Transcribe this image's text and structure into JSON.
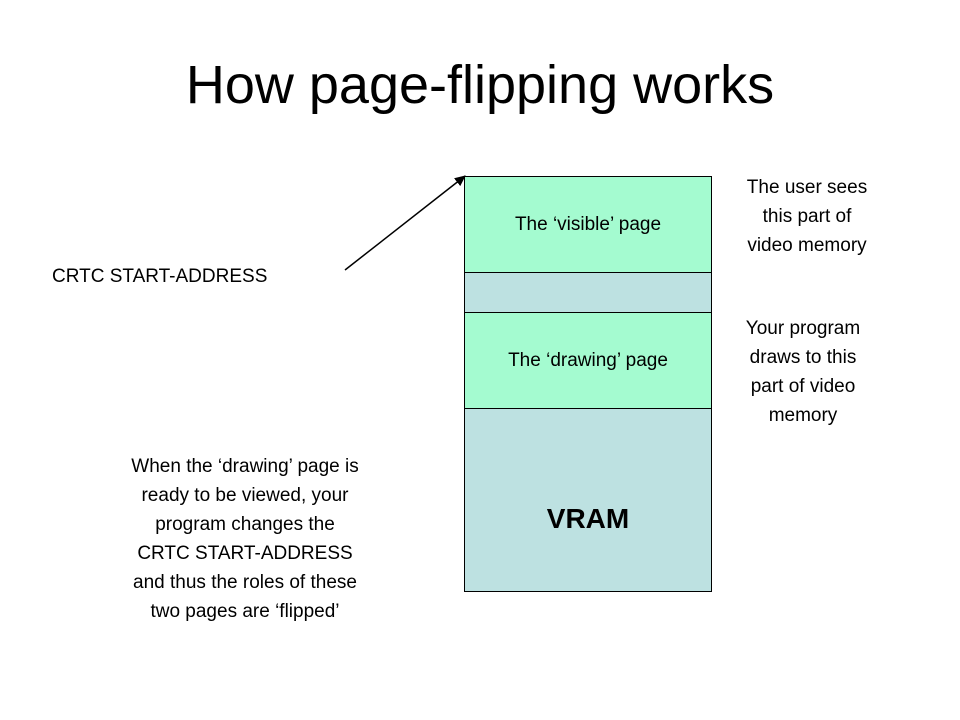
{
  "title": "How page-flipping works",
  "vram_label": "VRAM",
  "pages": {
    "visible": "The ‘visible’ page",
    "drawing": "The ‘drawing’ page"
  },
  "crtc_label": "CRTC START-ADDRESS",
  "notes": {
    "user_sees": "The user sees\nthis part of\n video memory",
    "program_draws": "Your program\n draws to this\npart of video\nmemory",
    "flip_explanation": "When the ‘drawing’ page is\nready to be viewed, your\nprogram changes the\nCRTC START-ADDRESS\nand thus the roles of these\ntwo pages are ‘flipped’"
  },
  "colors": {
    "vram_fill": "#bde1e1",
    "page_fill": "#a4fbd0"
  }
}
